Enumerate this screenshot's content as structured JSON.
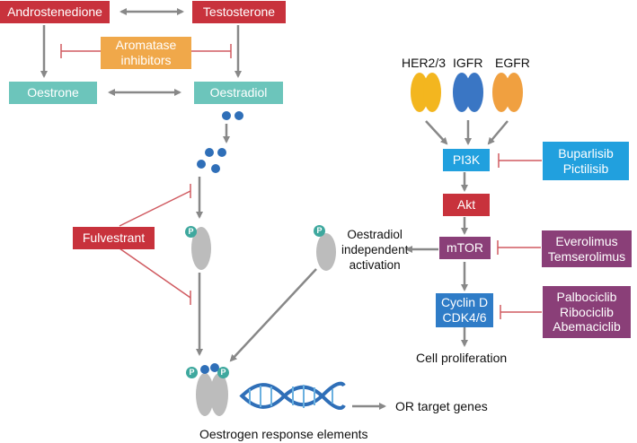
{
  "nodes": {
    "androstenedione": "Androstenedione",
    "testosterone": "Testosterone",
    "aromatase_inhibitors": [
      "Aromatase",
      "inhibitors"
    ],
    "oestrone": "Oestrone",
    "oestradiol": "Oestradiol",
    "fulvestrant": "Fulvestrant",
    "pi3k": "PI3K",
    "akt": "Akt",
    "mtor": "mTOR",
    "cyclin_cdk": [
      "Cyclin D",
      "CDK4/6"
    ],
    "pi3k_inhibitors": [
      "Buparlisib",
      "Pictilisib"
    ],
    "mtor_inhibitors": [
      "Everolimus",
      "Temserolimus"
    ],
    "cdk_inhibitors": [
      "Palbociclib",
      "Ribociclib",
      "Abemaciclib"
    ]
  },
  "receptors": [
    "HER2/3",
    "IGFR",
    "EGFR"
  ],
  "labels": {
    "oestradiol_independent": [
      "Oestradiol",
      "independent",
      "activation"
    ],
    "cell_proliferation": "Cell proliferation",
    "or_target_genes": "OR target genes",
    "oestrogen_response": "Oestrogen response elements",
    "phospho": "P"
  },
  "colors": {
    "red": "#c8323c",
    "orange": "#f0a84a",
    "teal": "#6cc5bb",
    "blue": "#2f7cc7",
    "sky": "#21a0de",
    "purple": "#8a3f78",
    "arrow": "#888888",
    "inhibit": "#d05a60",
    "receptor_yellow": "#f3b61f",
    "receptor_blue": "#3a76c4",
    "receptor_orange": "#f0a040",
    "receptor_grey": "#bcbcbc",
    "dot": "#2f6fb8",
    "phospho": "#3ea89e"
  }
}
